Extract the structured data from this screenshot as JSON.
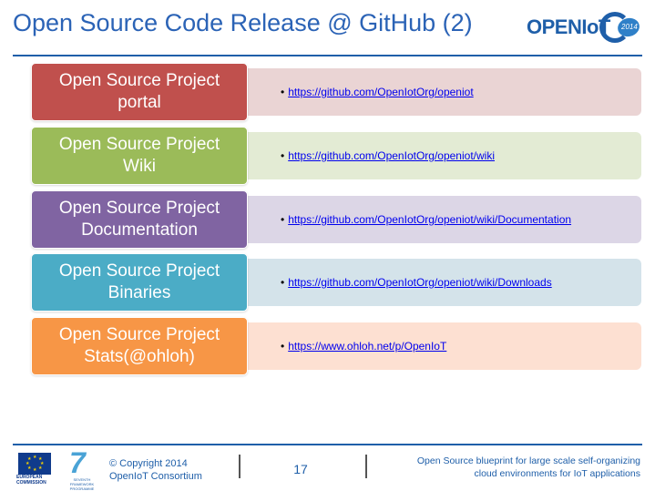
{
  "header": {
    "title": "Open Source Code Release @ GitHub (2)",
    "logo_text": "OPENIoT",
    "logo_badge": "2014"
  },
  "rows": [
    {
      "label_line1": "Open Source Project",
      "label_line2": "portal",
      "link": "https://github.com/OpenIotOrg/openiot",
      "label_color": "#c0504d",
      "detail_color": "#ead4d4"
    },
    {
      "label_line1": "Open Source Project",
      "label_line2": "Wiki",
      "link": "https://github.com/OpenIotOrg/openiot/wiki",
      "label_color": "#9bbb59",
      "detail_color": "#e3ebd4"
    },
    {
      "label_line1": "Open Source Project",
      "label_line2": "Documentation",
      "link": "https://github.com/OpenIotOrg/openiot/wiki/Documentation",
      "label_color": "#8064a2",
      "detail_color": "#dcd6e6"
    },
    {
      "label_line1": "Open Source Project",
      "label_line2": "Binaries",
      "link": "https://github.com/OpenIotOrg/openiot/wiki/Downloads",
      "label_color": "#4bacc6",
      "detail_color": "#d4e3ea"
    },
    {
      "label_line1": "Open Source Project",
      "label_line2": "Stats(@ohloh)",
      "link": "https://www.ohloh.net/p/OpenIoT",
      "label_color": "#f79646",
      "detail_color": "#fde0d2"
    }
  ],
  "footer": {
    "eu_text_line1": "EUROPEAN",
    "eu_text_line2": "COMMISSION",
    "fp7_number": "7",
    "fp7_caption_line1": "SEVENTH FRAMEWORK",
    "fp7_caption_line2": "PROGRAMME",
    "copyright_line1": "© Copyright 2014",
    "copyright_line2": "OpenIoT Consortium",
    "page_number": "17",
    "tagline_line1": "Open Source blueprint for large scale self-organizing",
    "tagline_line2": "cloud environments for IoT applications"
  }
}
